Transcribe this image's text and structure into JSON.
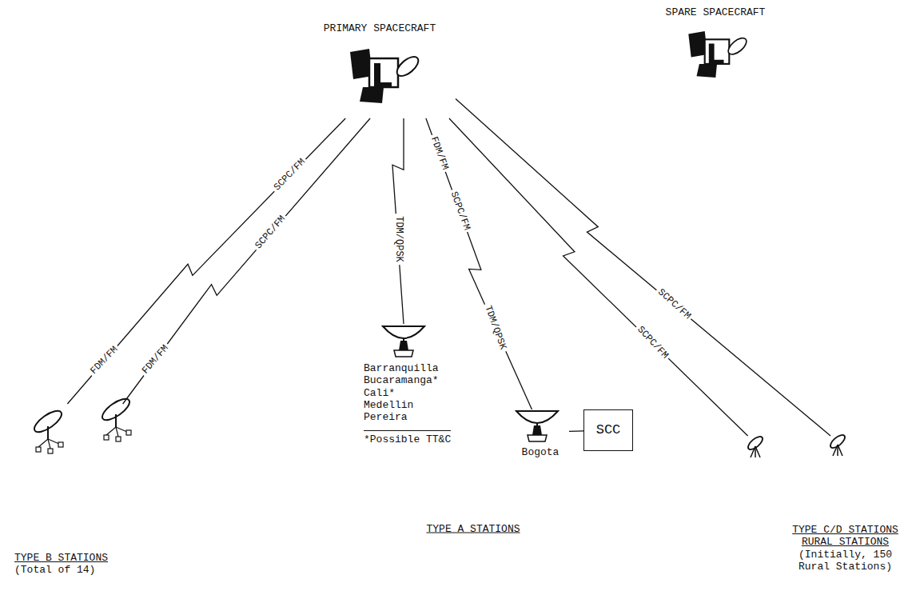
{
  "diagram": {
    "nodes": [
      {
        "text": [
          "PRIMARY SPACECRAFT"
        ]
      },
      {
        "text": [
          "SPARE SPACECRAFT"
        ]
      },
      {
        "text": [
          "TYPE B STATIONS",
          "(Total of 14)"
        ]
      },
      {
        "text": [
          "Barranquilla Bucaramanga* Cali* Medellin Pereira",
          "*Possible TT&C"
        ]
      },
      {
        "text": [
          "Bogota"
        ]
      },
      {
        "text": [
          "SCC"
        ]
      },
      {
        "text": [
          "TYPE C/D STATIONS",
          "RURAL STATIONS",
          "(Initially, 150 Rural Stations)"
        ]
      }
    ],
    "edges": [
      {
        "from": 0,
        "to": 2,
        "label": "SCPC/FM",
        "arrow": "none"
      },
      {
        "from": 0,
        "to": 2,
        "label": "SCPC/FM",
        "arrow": "none"
      },
      {
        "from": 0,
        "to": 3,
        "label": "TDM/QPSK",
        "arrow": "none"
      },
      {
        "from": 0,
        "to": 4,
        "label": "TDM/QPSK",
        "arrow": "none"
      },
      {
        "from": 4,
        "to": 5,
        "arrow": "none"
      },
      {
        "from": 0,
        "to": 6,
        "label": "SCPC/FM",
        "arrow": "none"
      },
      {
        "from": 0,
        "to": 6,
        "label": "SCPC/FM",
        "arrow": "none"
      }
    ],
    "labels": [
      "FDM/FM",
      "FDM/FM",
      "FDM/FM",
      "SCPC/FM",
      "TYPE A STATIONS"
    ]
  }
}
